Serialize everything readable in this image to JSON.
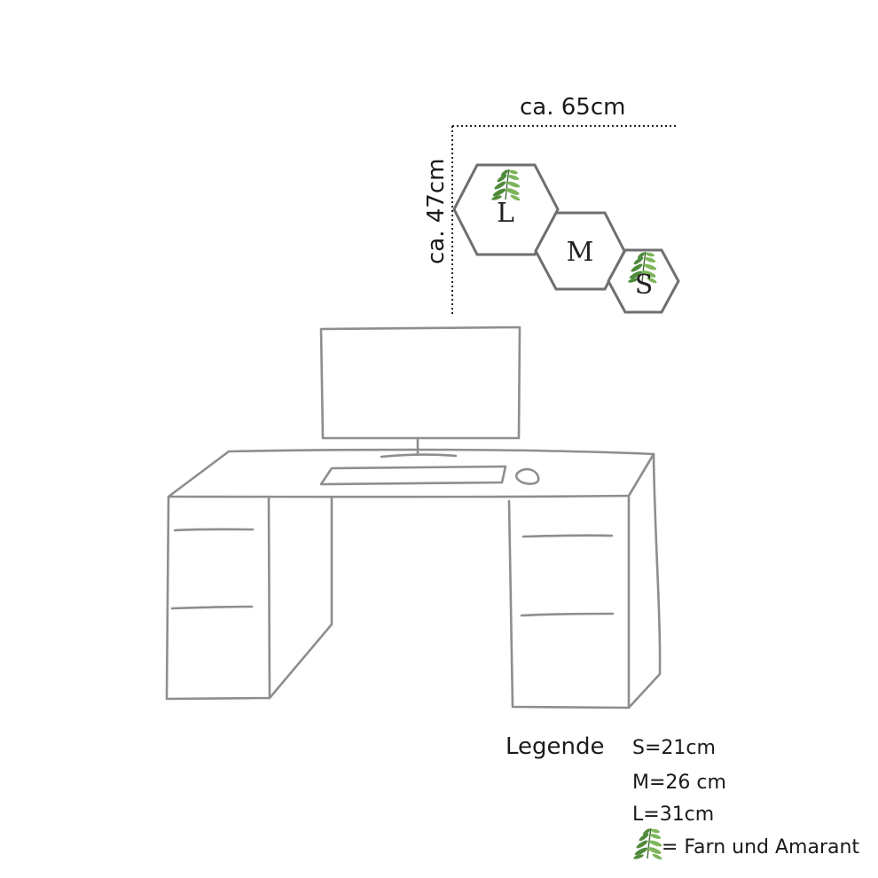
{
  "dimensions": {
    "width_label": "ca. 65cm",
    "height_label": "ca. 47cm"
  },
  "hexagons": [
    {
      "size": "L",
      "label": "L",
      "has_plant": true
    },
    {
      "size": "M",
      "label": "M",
      "has_plant": false
    },
    {
      "size": "S",
      "label": "S",
      "has_plant": true
    }
  ],
  "legend": {
    "title": "Legende",
    "items": [
      "S=21cm",
      "M=26 cm",
      "L=31cm"
    ],
    "plant_item": "= Farn und Amarant",
    "plant_icon": "fern-icon"
  },
  "colors": {
    "sketch": "#8e8e8e",
    "hex_outline": "#6f6f6f",
    "fern": "#4f8a3a"
  }
}
